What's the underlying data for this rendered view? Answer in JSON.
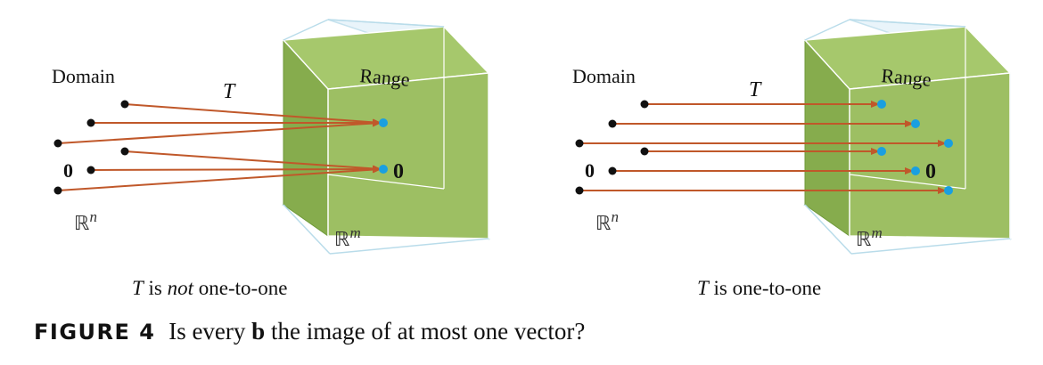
{
  "colors": {
    "arrow": "#c0582a",
    "point_domain": "#111111",
    "point_range": "#1a9fe0",
    "face_green": "#9dbf63",
    "face_green_dark": "#86ac4d",
    "face_light_blue": "#cfe7f4",
    "edge_light": "#b9dcea"
  },
  "panels": [
    {
      "domain_label": "Domain",
      "range_label": "Range",
      "map_label": "T",
      "domain_space": "ℝ",
      "domain_exp": "n",
      "codomain_space": "ℝ",
      "codomain_exp": "m",
      "zero_label": "0",
      "range_zero_label": "0",
      "caption_parts": [
        "T",
        " is ",
        "not",
        " one-to-one"
      ]
    },
    {
      "domain_label": "Domain",
      "range_label": "Range",
      "map_label": "T",
      "domain_space": "ℝ",
      "domain_exp": "n",
      "codomain_space": "ℝ",
      "codomain_exp": "m",
      "zero_label": "0",
      "range_zero_label": "0",
      "caption_parts": [
        "T",
        " is one-to-one"
      ]
    }
  ],
  "figure_caption": {
    "label": "FIGURE 4",
    "text_before": " Is every ",
    "bold_word": "b",
    "text_after": " the image of at most one vector?"
  }
}
